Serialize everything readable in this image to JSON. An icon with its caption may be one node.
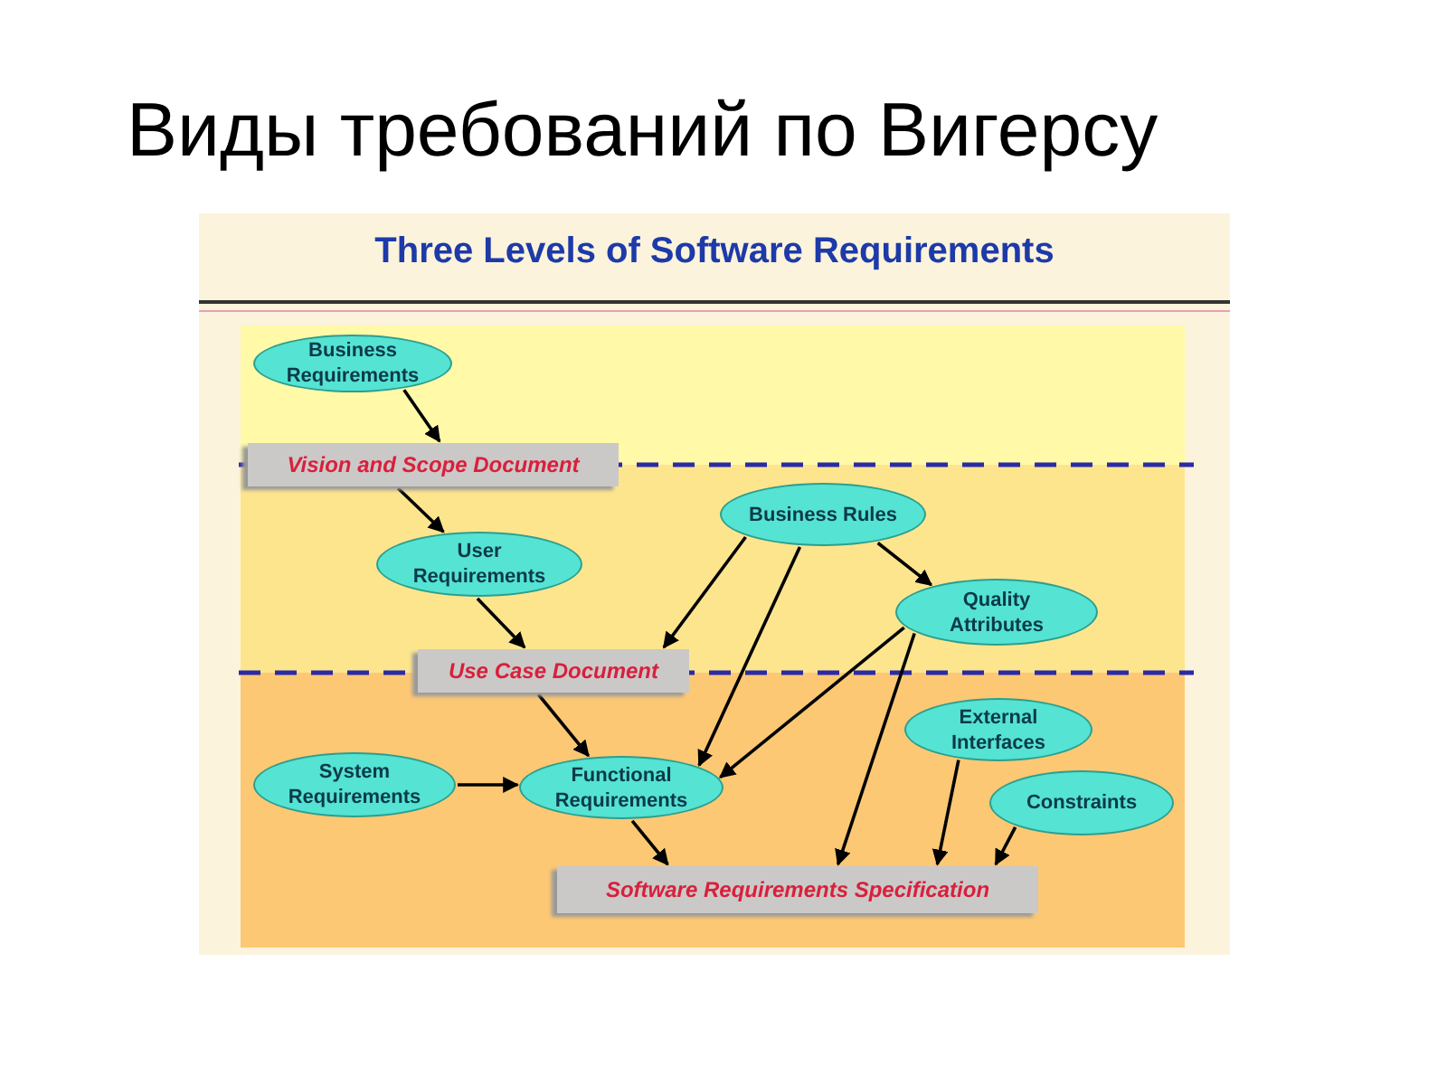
{
  "diagram": {
    "title": "Виды требований по Вигерсу",
    "nodes": [
      {
        "text": [
          "Business Requirements"
        ]
      },
      {
        "text": [
          "Vision and Scope Document"
        ]
      },
      {
        "text": [
          "Business Rules"
        ]
      },
      {
        "text": [
          "User Requirements"
        ]
      },
      {
        "text": [
          "Quality Attributes"
        ]
      },
      {
        "text": [
          "Use Case Document"
        ]
      },
      {
        "text": [
          "External Interfaces"
        ]
      },
      {
        "text": [
          "System Requirements"
        ]
      },
      {
        "text": [
          "Functional Requirements"
        ]
      },
      {
        "text": [
          "Constraints"
        ]
      },
      {
        "text": [
          "Software Requirements Specification"
        ]
      }
    ],
    "edges": [
      {
        "from": 0,
        "to": 1,
        "arrow": "to"
      },
      {
        "from": 1,
        "to": 3,
        "arrow": "to"
      },
      {
        "from": 3,
        "to": 5,
        "arrow": "to"
      },
      {
        "from": 2,
        "to": 5,
        "arrow": "to"
      },
      {
        "from": 2,
        "to": 4,
        "arrow": "to"
      },
      {
        "from": 2,
        "to": 8,
        "arrow": "to"
      },
      {
        "from": 4,
        "to": 8,
        "arrow": "to"
      },
      {
        "from": 4,
        "to": 10,
        "arrow": "to"
      },
      {
        "from": 5,
        "to": 8,
        "arrow": "to"
      },
      {
        "from": 7,
        "to": 8,
        "arrow": "to"
      },
      {
        "from": 8,
        "to": 10,
        "arrow": "to"
      },
      {
        "from": 6,
        "to": 10,
        "arrow": "to"
      },
      {
        "from": 9,
        "to": 10,
        "arrow": "to"
      }
    ],
    "labels": [
      "Three Levels of Software Requirements"
    ]
  }
}
